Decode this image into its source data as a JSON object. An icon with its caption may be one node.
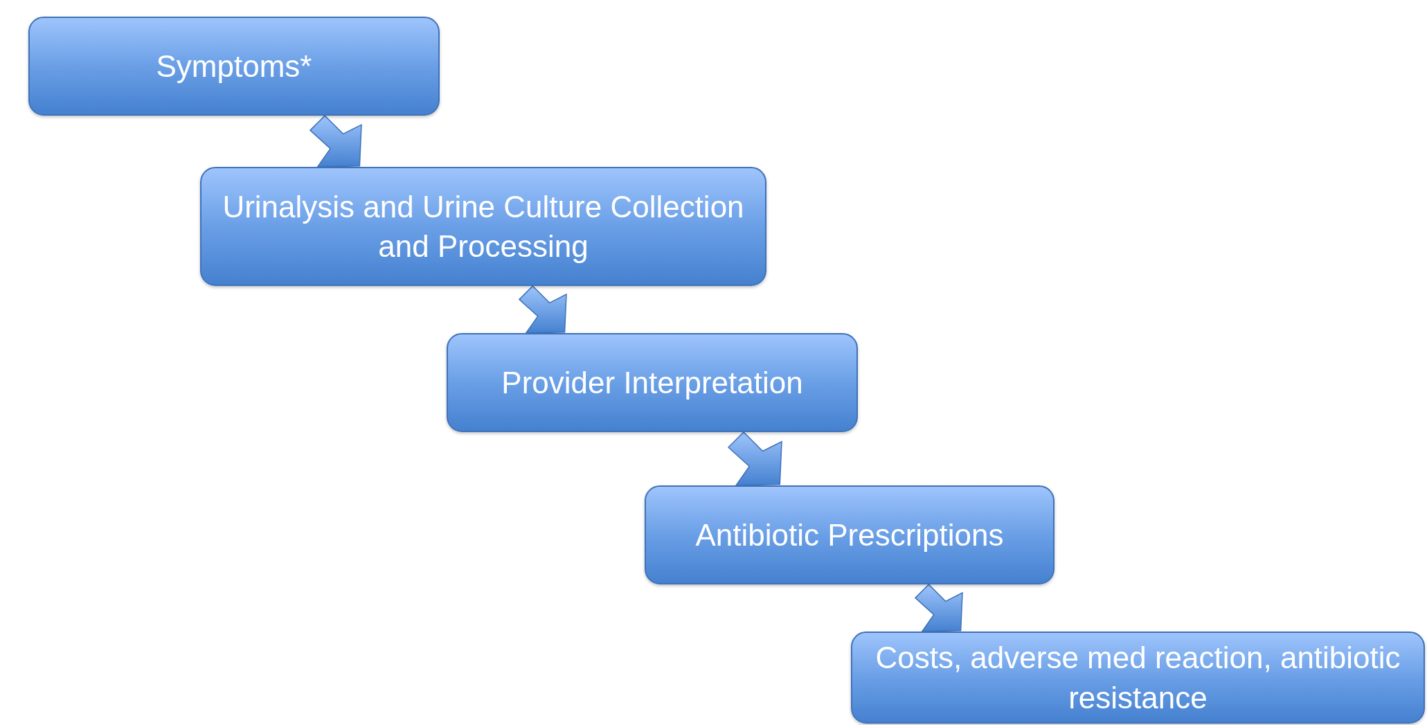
{
  "diagram": {
    "nodes": [
      {
        "text": [
          "Symptoms*"
        ]
      },
      {
        "text": [
          "Urinalysis and Urine Culture Collection and Processing"
        ]
      },
      {
        "text": [
          "Provider Interpretation"
        ]
      },
      {
        "text": [
          "Antibiotic Prescriptions"
        ]
      },
      {
        "text": [
          "Costs, adverse med reaction, antibiotic resistance"
        ]
      }
    ],
    "edges": [
      {
        "from": 0,
        "to": 1,
        "arrow": "to"
      },
      {
        "from": 1,
        "to": 2,
        "arrow": "to"
      },
      {
        "from": 2,
        "to": 3,
        "arrow": "to"
      },
      {
        "from": 3,
        "to": 4,
        "arrow": "to"
      }
    ]
  }
}
